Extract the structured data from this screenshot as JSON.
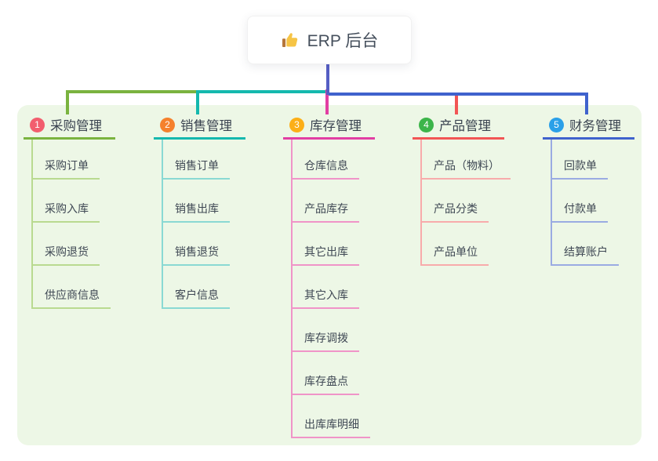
{
  "root": {
    "label": "ERP 后台",
    "icon": "thumbs-up"
  },
  "colors": {
    "panel_bg": "#edf7e6",
    "root_stub": "#555ec4",
    "root_card_bg": "#ffffff"
  },
  "branches": [
    {
      "badge": "1",
      "label": "采购管理",
      "badge_color": "#f25e6e",
      "line_color": "#7ab33f",
      "child_line_color": "#b9da90",
      "children": [
        "采购订单",
        "采购入库",
        "采购退货",
        "供应商信息"
      ]
    },
    {
      "badge": "2",
      "label": "销售管理",
      "badge_color": "#f5812d",
      "line_color": "#14b8ae",
      "child_line_color": "#8ad9d3",
      "children": [
        "销售订单",
        "销售出库",
        "销售退货",
        "客户信息"
      ]
    },
    {
      "badge": "3",
      "label": "库存管理",
      "badge_color": "#fcaf17",
      "line_color": "#e23ea3",
      "child_line_color": "#f094c8",
      "children": [
        "仓库信息",
        "产品库存",
        "其它出库",
        "其它入库",
        "库存调拨",
        "库存盘点",
        "出库库明细"
      ]
    },
    {
      "badge": "4",
      "label": "产品管理",
      "badge_color": "#3cb54a",
      "line_color": "#f25555",
      "child_line_color": "#f8abab",
      "children": [
        "产品（物料）",
        "产品分类",
        "产品单位"
      ]
    },
    {
      "badge": "5",
      "label": "财务管理",
      "badge_color": "#2ba0e8",
      "line_color": "#3f62cd",
      "child_line_color": "#9aabe2",
      "children": [
        "回款单",
        "付款单",
        "结算账户"
      ]
    }
  ]
}
